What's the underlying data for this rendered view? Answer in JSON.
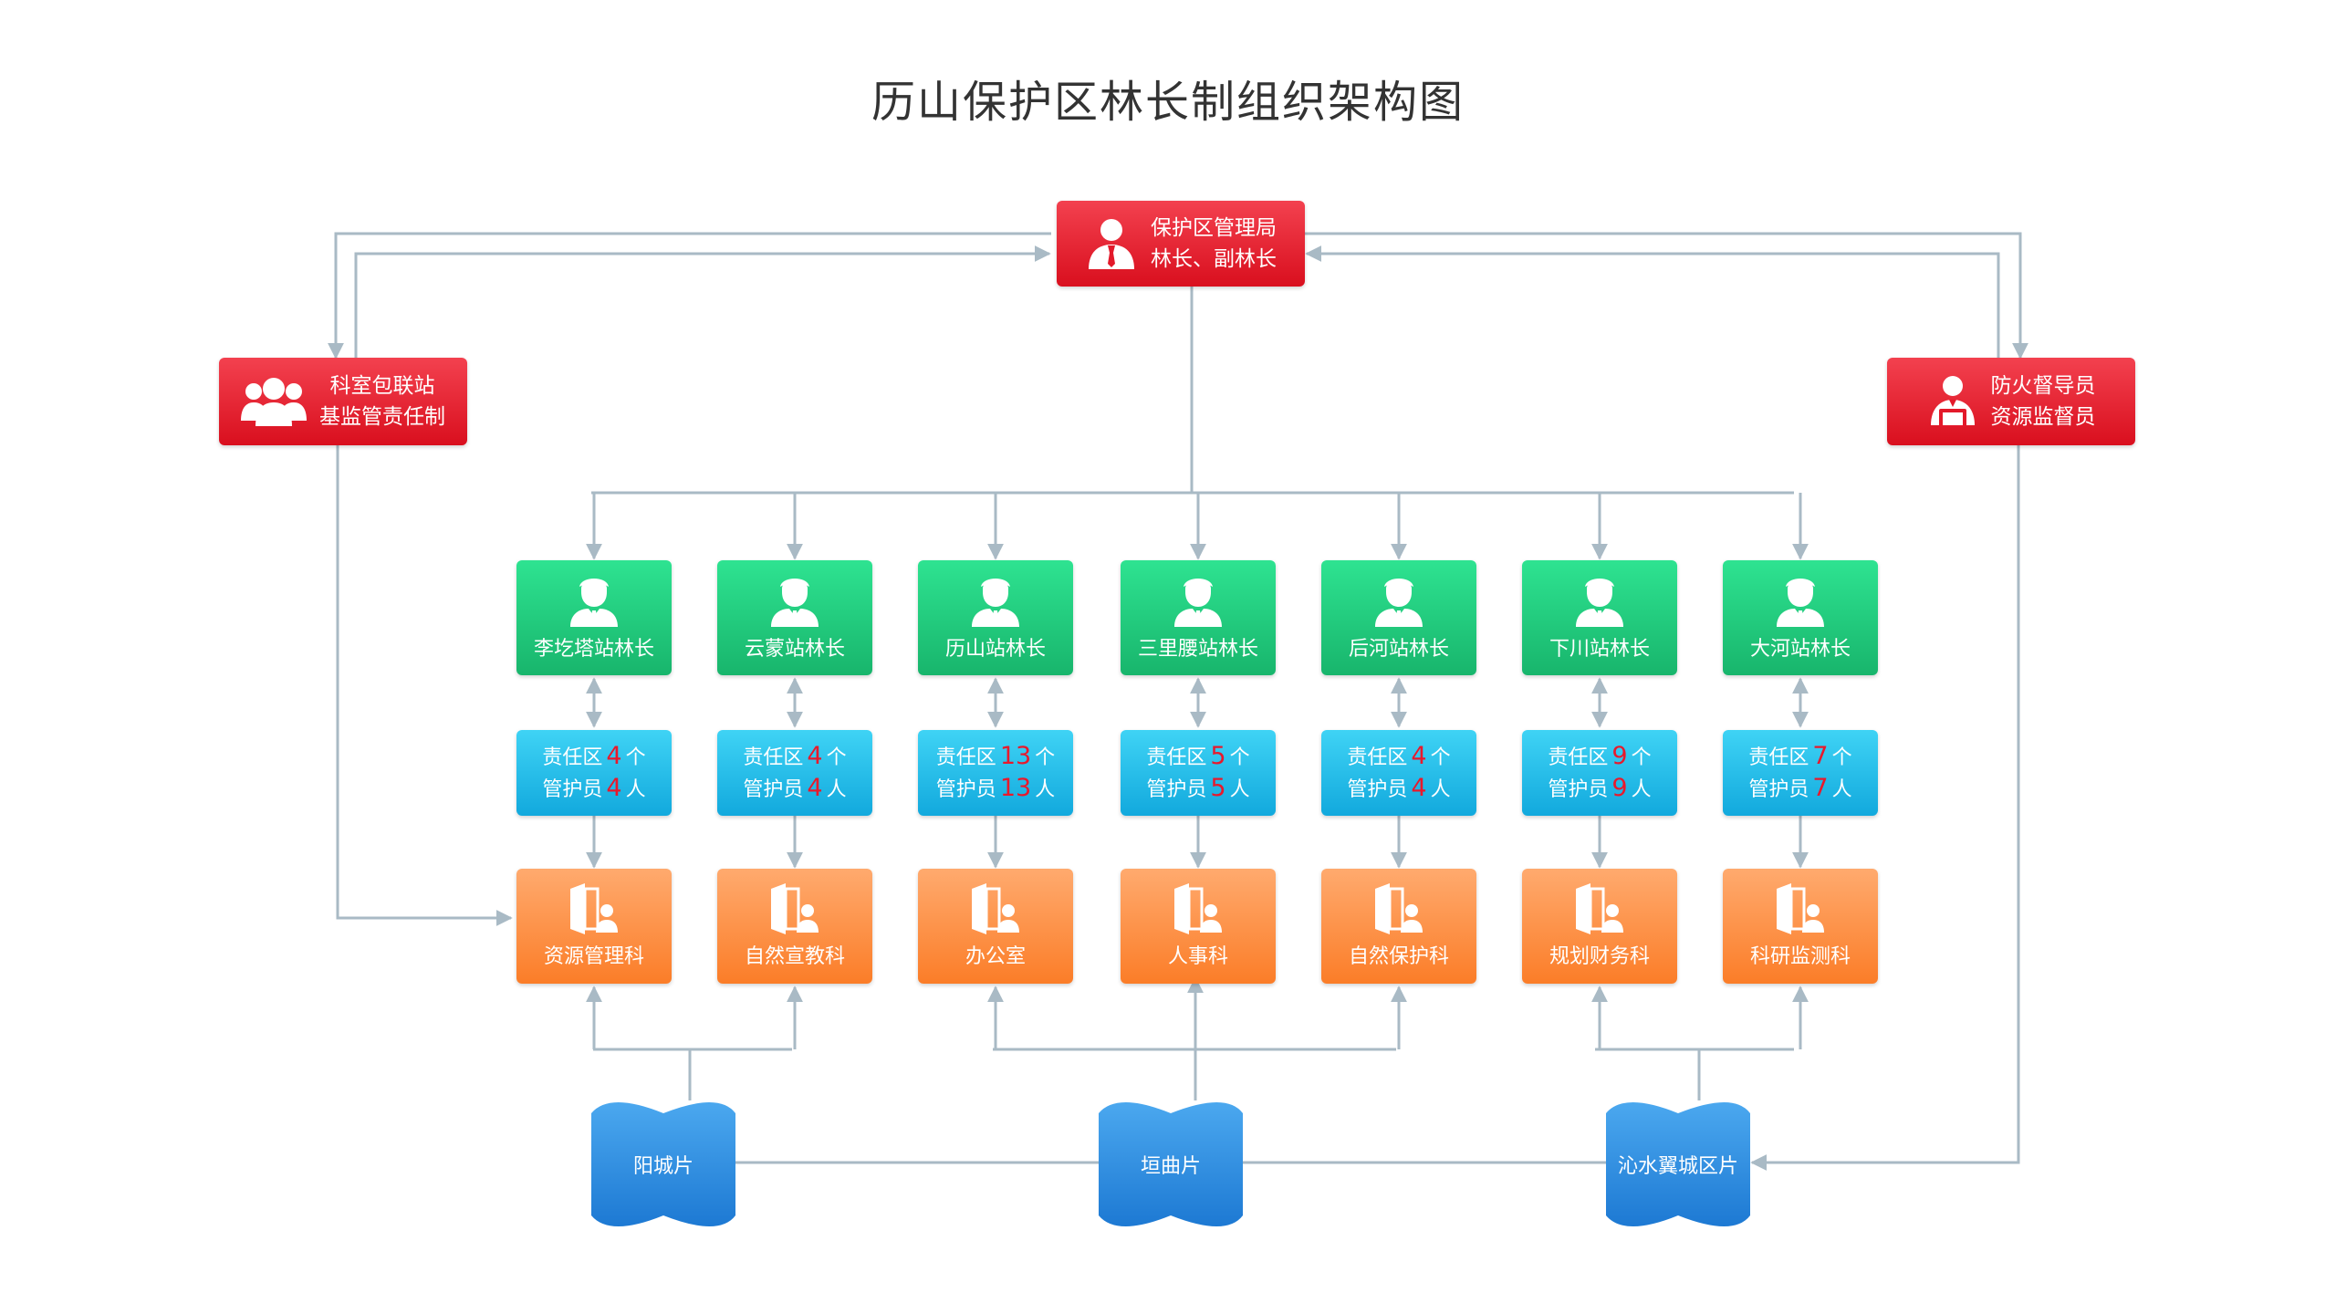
{
  "title": "历山保护区林长制组织架构图",
  "top_node": {
    "line1": "保护区管理局",
    "line2": "林长、副林长"
  },
  "left_node": {
    "line1": "科室包联站",
    "line2": "基监管责任制"
  },
  "right_node": {
    "line1": "防火督导员",
    "line2": "资源监督员"
  },
  "stations": [
    {
      "name": "李圪塔站林长",
      "zones": "4",
      "staff": "4",
      "dept": "资源管理科"
    },
    {
      "name": "云蒙站林长",
      "zones": "4",
      "staff": "4",
      "dept": "自然宣教科"
    },
    {
      "name": "历山站林长",
      "zones": "13",
      "staff": "13",
      "dept": "办公室"
    },
    {
      "name": "三里腰站林长",
      "zones": "5",
      "staff": "5",
      "dept": "人事科"
    },
    {
      "name": "后河站林长",
      "zones": "4",
      "staff": "4",
      "dept": "自然保护科"
    },
    {
      "name": "下川站林长",
      "zones": "9",
      "staff": "9",
      "dept": "规划财务科"
    },
    {
      "name": "大河站林长",
      "zones": "7",
      "staff": "7",
      "dept": "科研监测科"
    }
  ],
  "stat_labels": {
    "zone_prefix": "责任区",
    "zone_unit": "个",
    "staff_prefix": "管护员",
    "staff_unit": "人"
  },
  "regions": [
    "阳城片",
    "垣曲片",
    "沁水翼城区片"
  ],
  "colors": {
    "red": "#e3192a",
    "green": "#22c97c",
    "blue": "#21bde9",
    "orange": "#fd8f41",
    "region_blue": "#2f8fdf",
    "connector": "#a9bac5",
    "highlight_number": "#e8192c"
  }
}
